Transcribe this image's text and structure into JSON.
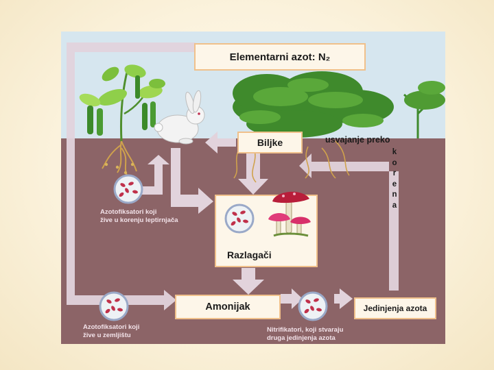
{
  "diagram": {
    "top_box": "Elementarni azot: N₂",
    "plants_box": "Biljke",
    "uptake_label": "usvajanje preko",
    "uptake_vertical": [
      "k",
      "o",
      "r",
      "e",
      "n",
      "a"
    ],
    "decomposers_box": "Razlagači",
    "ammonia_box": "Amonijak",
    "compounds_box": "Jedinjenja azota",
    "caption_root_fixers": "Azotofiksatori koji\nžive u korenju leptirnjača",
    "caption_soil_fixers": "Azotofiksatori koji\nžive u zemljištu",
    "caption_nitrifiers": "Nitrifikatori, koji stvaraju\ndruga jedinjenja azota"
  },
  "colors": {
    "sky": "#d6e6ef",
    "soil": "#8c6467",
    "arrow": "#e2d3dc",
    "box_border": "#f0c08a",
    "box_fill": "#fdf6e9"
  },
  "icons": [
    "legume-plant",
    "rabbit",
    "grass-plant",
    "bacteria-cell",
    "mushroom"
  ]
}
